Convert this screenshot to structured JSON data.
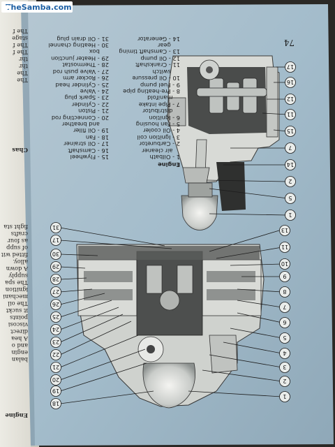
{
  "watermark": {
    "text": "TheSamba.com"
  },
  "page": {
    "number": "74"
  },
  "legend": {
    "heading": "Engine",
    "col1": [
      "1 - Oilbath",
      "    air cleaner",
      "2 - Carburetor",
      "3 - Ignition coil",
      "4 - Oil cooler",
      "5 - Fan housing",
      "6 - Ignition",
      "    distributor",
      "7 - Pipe intake",
      "    manifold",
      "8 - Pre-heating pipe",
      "9 - Fuel pump",
      "10 - Oil pressure",
      "     switch",
      "11 - Crankshaft",
      "12 - Oil pump",
      "13 - Camshaft timing",
      "     gear",
      "14 - Generator"
    ],
    "col2": [
      "15 - Flywheel",
      "16 - Camshaft",
      "17 - Oil strainer",
      "18 - Fan",
      "19 - Oil filler",
      "     and breather",
      "20 - Connecting rod",
      "21 - Piston",
      "22 - Cylinder",
      "23 - Spark plug",
      "24 - Valve",
      "25 - Cylinder head",
      "26 - Rocker arm",
      "27 - Valve push rod",
      "28 - Thermostat",
      "29 - Heater junction",
      "     box",
      "30 - Heating channel",
      "31 - Oil drain plug"
    ]
  },
  "callouts_top": [
    "17",
    "16",
    "12",
    "11",
    "15",
    "7",
    "14",
    "2",
    "5",
    "1"
  ],
  "callouts_bottom": [
    "31",
    "17",
    "30",
    "29",
    "28",
    "27",
    "26",
    "25",
    "24",
    "23",
    "22",
    "21",
    "20",
    "19",
    "18",
    "13",
    "11",
    "10",
    "9",
    "8",
    "7",
    "6",
    "5",
    "4",
    "3",
    "2",
    "1"
  ],
  "left_page": {
    "heading1": "Chas",
    "heading2": "Engine",
    "lines_a": [
      "The",
      "The",
      "thr",
      "thr",
      "The f",
      "The f",
      "stage",
      "The f"
    ],
    "lines_b": [
      "balan",
      "engin",
      "and o",
      "A hea",
      "direct",
      "viscosi",
      "points",
      "it suckt",
      "The oil",
      "mechani",
      "ignition",
      "The spa",
      "supply",
      "A down",
      "alloy.",
      "fitted wit",
      "of supp",
      "as four",
      "crafts",
      "fight sta"
    ]
  },
  "colors": {
    "paper": "#a6bccb",
    "engine": "#d6d8d4",
    "ink": "#1a1a1a"
  }
}
